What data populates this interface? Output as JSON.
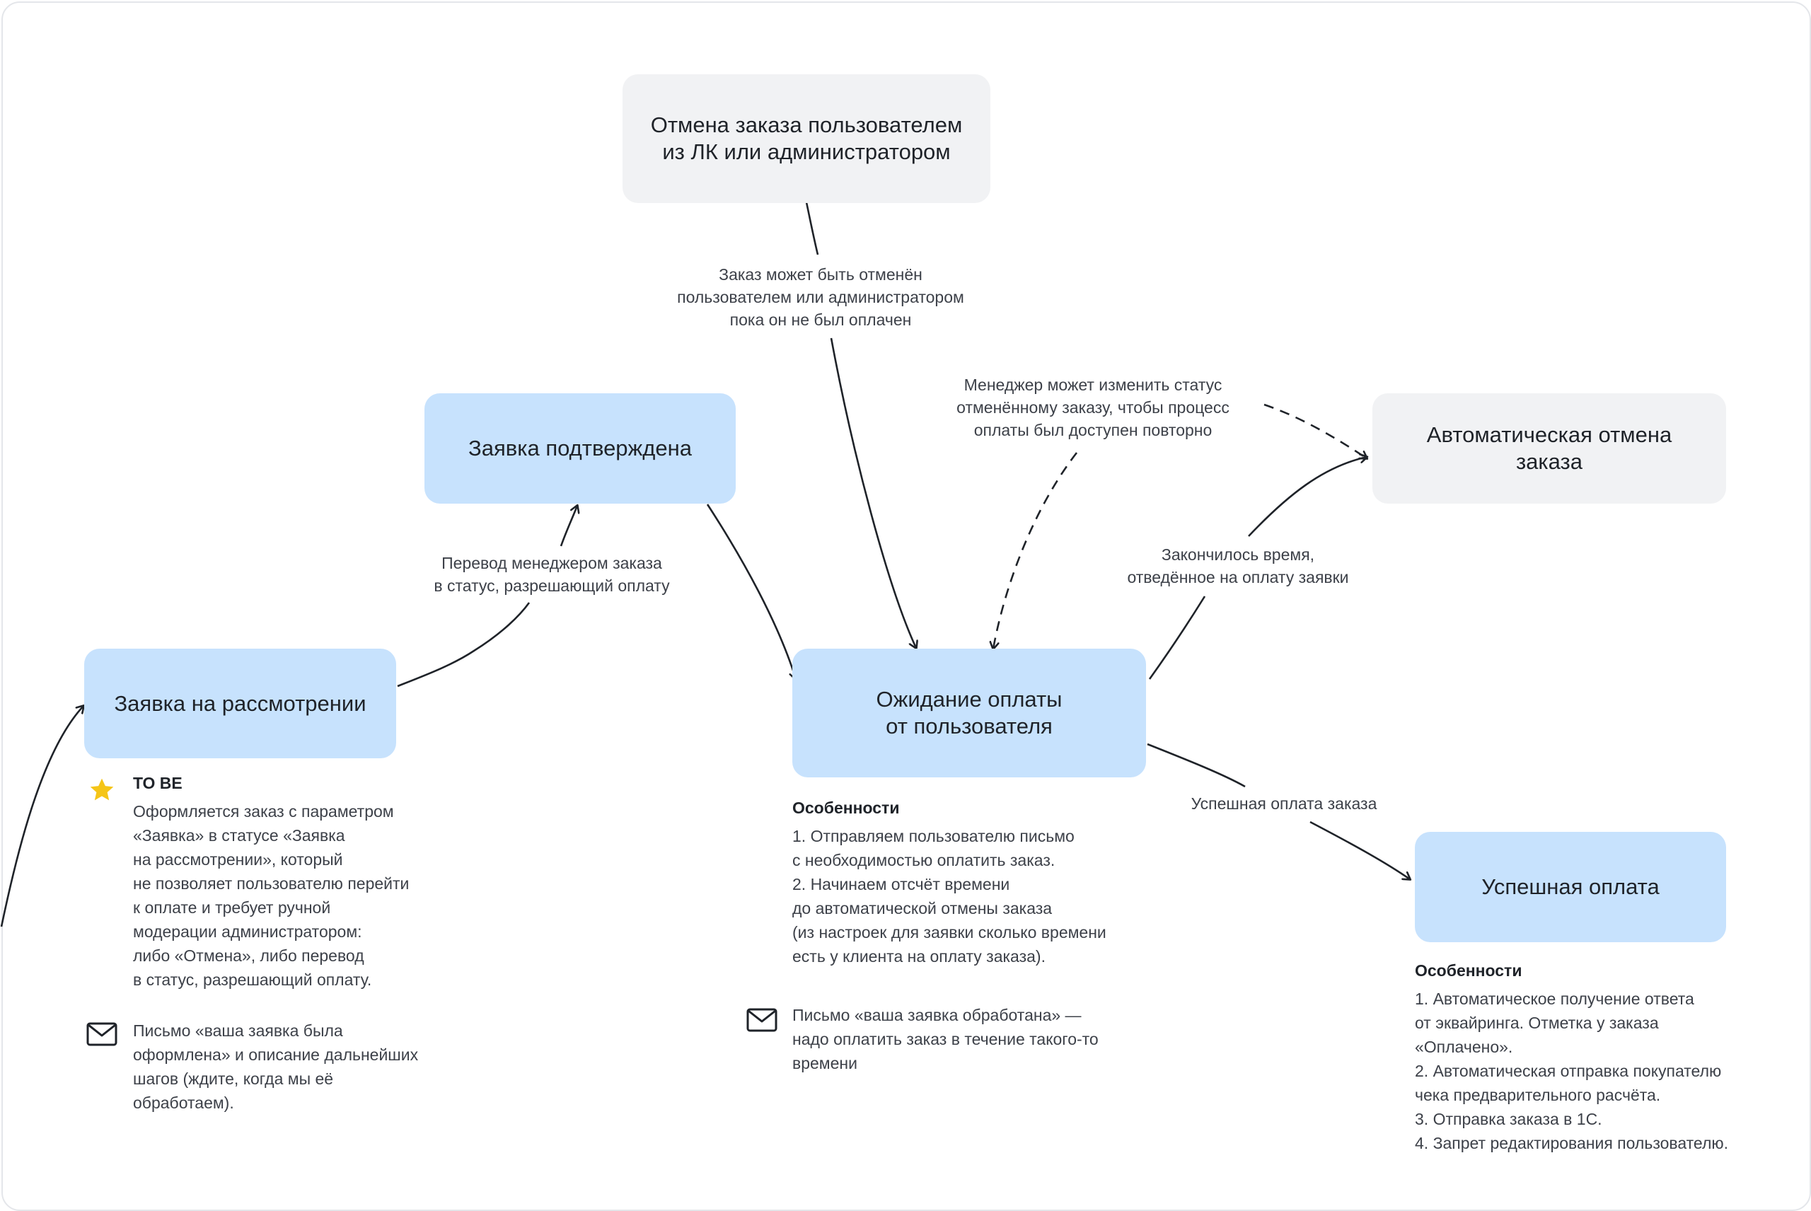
{
  "nodes": {
    "cancel_by_user": "Отмена заказа пользователем\nиз ЛК или администратором",
    "confirmed": "Заявка подтверждена",
    "auto_cancel": "Автоматическая отмена\nзаказа",
    "under_review": "Заявка на рассмотрении",
    "awaiting_payment": "Ожидание оплаты\nот пользователя",
    "payment_success": "Успешная оплата"
  },
  "edge_labels": {
    "can_be_cancelled": "Заказ может быть отменён\nпользователем или администратором\nпока он не был оплачен",
    "manager_change_status": "Менеджер может изменить статус\nотменённому заказу, чтобы процесс\nоплаты был доступен повторно",
    "manager_transfer": "Перевод менеджером заказа\nв статус, разрешающий оплату",
    "time_expired": "Закончилось время,\nотведённое на оплату заявки",
    "payment_ok": "Успешная оплата заказа"
  },
  "notes": {
    "review": {
      "title": "ТО BE",
      "body": "Оформляется заказ с параметром\n«Заявка» в статусе «Заявка\nна рассмотрении», который\nне позволяет пользователю перейти\nк оплате и требует ручной\nмодерации администратором:\nлибо «Отмена», либо перевод\nв статус, разрешающий оплату.",
      "mail": "Письмо «ваша заявка была\nоформлена» и описание дальнейших\nшагов (ждите, когда мы её\nобработаем)."
    },
    "awaiting": {
      "title": "Особенности",
      "body": "1. Отправляем пользователю письмо\nс необходимостью оплатить заказ.\n2. Начинаем отсчёт времени\nдо автоматической отмены заказа\n(из настроек для заявки сколько времени\nесть у клиента на оплату заказа).",
      "mail": "Письмо «ваша заявка обработана» —\nнадо оплатить заказ в течение такого-то\nвремени"
    },
    "success": {
      "title": "Особенности",
      "body": "1. Автоматическое получение ответа\nот эквайринга. Отметка у заказа\n«Оплачено».\n2. Автоматическая отправка покупателю\nчека предварительного расчёта.\n3. Отправка заказа в 1С.\n4. Запрет редактирования пользователю."
    }
  },
  "icons": {
    "star": "star-icon",
    "mail": "mail-icon"
  },
  "colors": {
    "blue_node": "#c7e2fd",
    "gray_node": "#f1f2f4",
    "star": "#f5c518",
    "stroke": "#1f2329"
  }
}
